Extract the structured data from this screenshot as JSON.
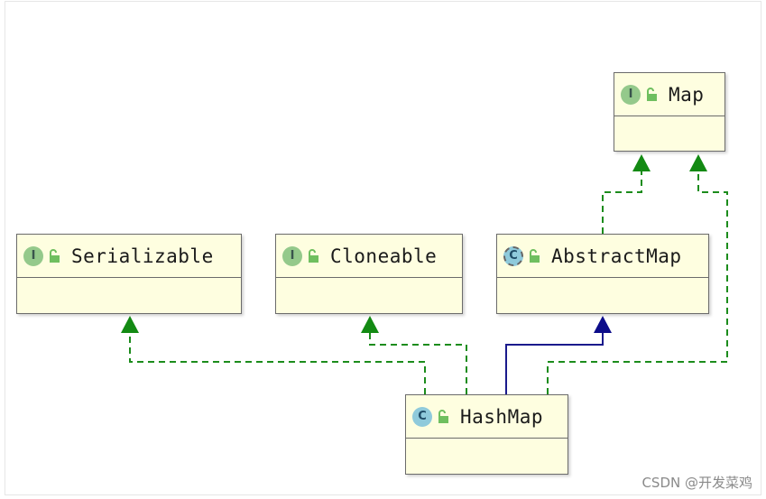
{
  "nodes": {
    "map": {
      "name": "Map",
      "kind": "interface"
    },
    "serializable": {
      "name": "Serializable",
      "kind": "interface"
    },
    "cloneable": {
      "name": "Cloneable",
      "kind": "interface"
    },
    "abstractmap": {
      "name": "AbstractMap",
      "kind": "abstract-class"
    },
    "hashmap": {
      "name": "HashMap",
      "kind": "class"
    }
  },
  "badges": {
    "interface": "I",
    "class": "C"
  },
  "icons": {
    "visibility": "public-unlock-icon"
  },
  "edges": [
    {
      "from": "HashMap",
      "to": "Serializable",
      "style": "dashed",
      "color": "#1c8c1c"
    },
    {
      "from": "HashMap",
      "to": "Cloneable",
      "style": "dashed",
      "color": "#1c8c1c"
    },
    {
      "from": "HashMap",
      "to": "AbstractMap",
      "style": "solid",
      "color": "#1a1a8c"
    },
    {
      "from": "HashMap",
      "to": "Map",
      "style": "dashed",
      "color": "#1c8c1c"
    },
    {
      "from": "AbstractMap",
      "to": "Map",
      "style": "dashed",
      "color": "#1c8c1c"
    }
  ],
  "colors": {
    "implements": "#1c8c1c",
    "extends": "#1a1a8c",
    "node_fill": "#fefee0"
  },
  "watermark": "CSDN @开发菜鸡"
}
